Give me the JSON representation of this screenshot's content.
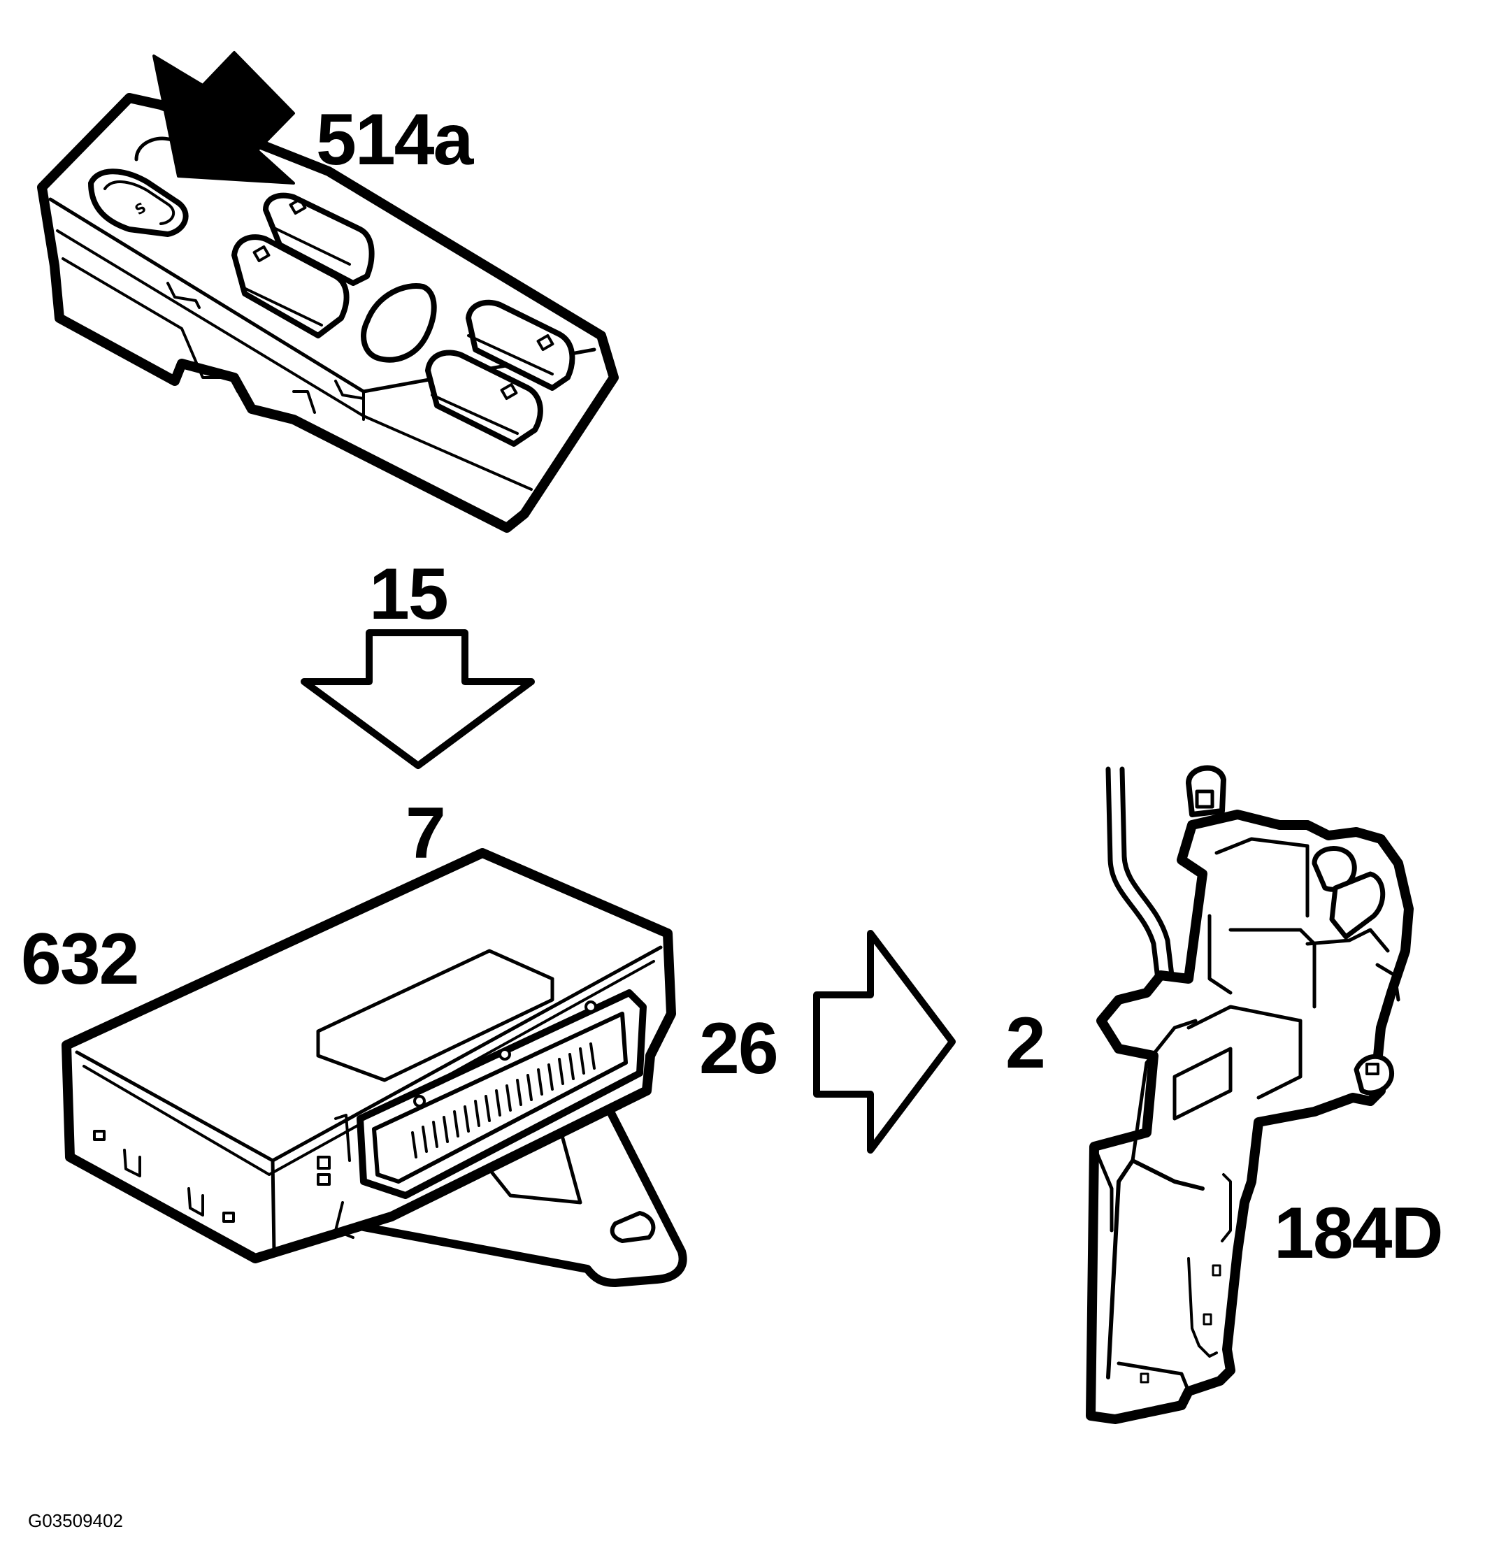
{
  "labels": {
    "switch_panel": "514a",
    "signal_arrow_top": "15",
    "module_top_pin": "7",
    "control_module": "632",
    "signal_arrow_right": "26",
    "lock_pin": "2",
    "door_lock": "184D",
    "figure_code": "G03509402"
  },
  "colors": {
    "line": "#000000",
    "background": "#ffffff"
  }
}
